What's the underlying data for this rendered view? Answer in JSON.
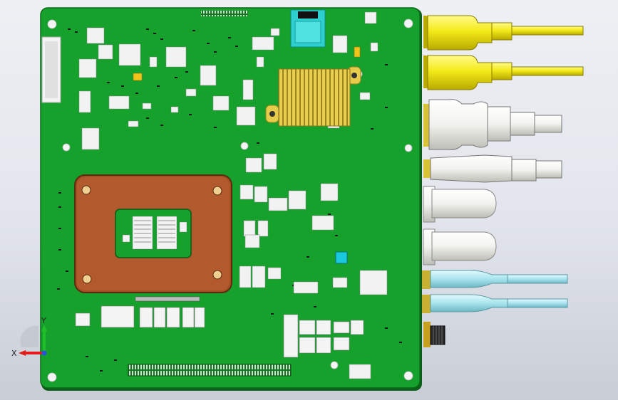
{
  "scene": {
    "title": "",
    "background": "#e6e8ee",
    "pcb_color": "#159a2a",
    "pcb_dark": "#0d7a1f",
    "heatspreader_color": "#b25a2e",
    "heatsink_color": "#e6cc4a",
    "sim_tray_color": "#2ecfcf",
    "connector_yellow": "#f4ea1a",
    "connector_white": "#f2f2f0",
    "connector_cyan": "#a8e4ee",
    "chip_color": "#f0f0f0"
  },
  "connectors": [
    {
      "kind": "rca-jack",
      "color": "yellow",
      "cable": true
    },
    {
      "kind": "rca-jack",
      "color": "yellow",
      "cable": true
    },
    {
      "kind": "hdmi-plug",
      "color": "white",
      "cable": true
    },
    {
      "kind": "usb-plug",
      "color": "white",
      "cable": true
    },
    {
      "kind": "usb-jack",
      "color": "white",
      "cable": false
    },
    {
      "kind": "usb-jack",
      "color": "white",
      "cable": false
    },
    {
      "kind": "antenna-cable",
      "color": "cyan",
      "cable": true
    },
    {
      "kind": "antenna-cable",
      "color": "cyan",
      "cable": true
    },
    {
      "kind": "sma-connector",
      "color": "gold",
      "cable": false
    }
  ],
  "axis_triad": {
    "x_label": "X",
    "y_label": "Y",
    "x_color": "#e21b1b",
    "y_color": "#1fbf2a",
    "z_color": "#2a52e0"
  }
}
